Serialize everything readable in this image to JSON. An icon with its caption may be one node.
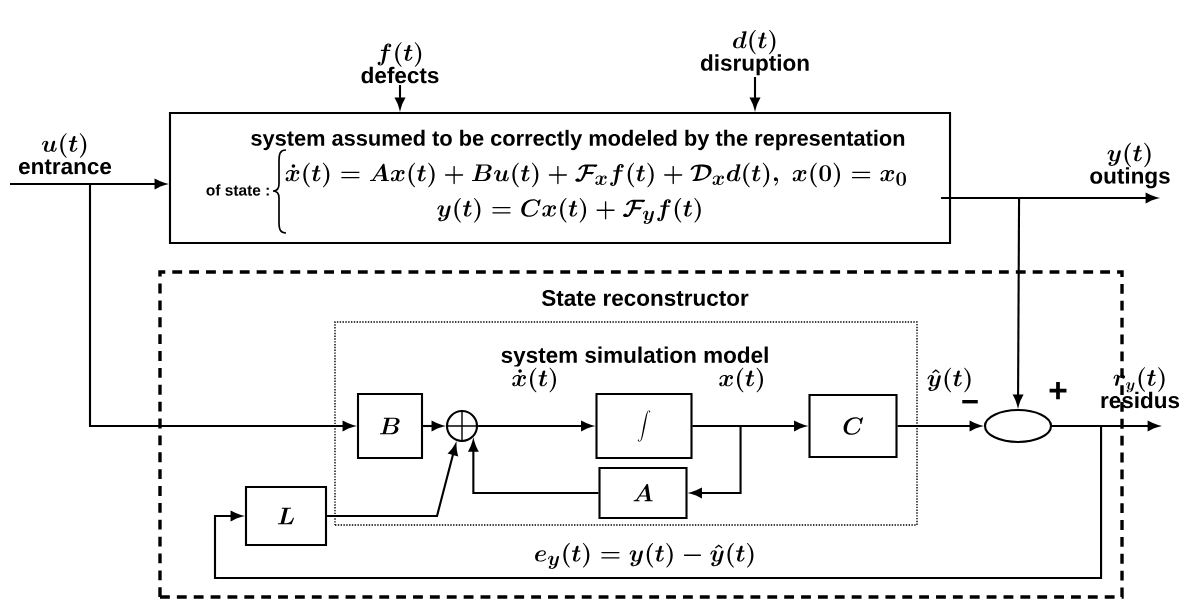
{
  "diagram": {
    "nodes": [
      {
        "text": [
          "system assumed to be correctly modeled by the representation",
          "of state :",
          "\\dot{x}(t) = Ax(t) + Bu(t) + \\mathcal{F}_x f(t) + \\mathcal{D}_x d(t),\\ x(0) = x_0",
          "y(t) = Cx(t) + \\mathcal{F}_y f(t)"
        ]
      },
      {
        "text": [
          "f(t)",
          "defects"
        ]
      },
      {
        "text": [
          "d(t)",
          "disruption"
        ]
      },
      {
        "text": [
          "u(t)",
          "entrance"
        ]
      },
      {
        "text": [
          "y(t)",
          "outings"
        ]
      },
      {
        "text": [
          "State reconstructor"
        ]
      },
      {
        "text": [
          "system simulation model"
        ],
        "in": 5
      },
      {
        "text": [
          "B"
        ],
        "in": 6
      },
      {
        "text": [],
        "shape": "circle",
        "in": 6
      },
      {
        "text": [
          "\\int"
        ],
        "in": 6
      },
      {
        "text": [
          "A"
        ],
        "in": 6
      },
      {
        "text": [
          "C"
        ],
        "in": 6
      },
      {
        "text": [
          "L"
        ],
        "in": 5
      },
      {
        "text": [],
        "shape": "ellipse",
        "in": 5
      },
      {
        "text": [
          "r_y(t)",
          "residus"
        ]
      }
    ],
    "edges": [
      {
        "from": 3,
        "to": 0,
        "arrow": "to"
      },
      {
        "from": 3,
        "to": 7,
        "arrow": "to"
      },
      {
        "from": 1,
        "to": 0,
        "arrow": "to"
      },
      {
        "from": 2,
        "to": 0,
        "arrow": "to"
      },
      {
        "from": 0,
        "to": 4,
        "arrow": "to"
      },
      {
        "from": 0,
        "to": 13,
        "arrow": "to"
      },
      {
        "from": 7,
        "to": 8,
        "arrow": "to"
      },
      {
        "from": 8,
        "to": 9,
        "arrow": "to",
        "label": "\\dot{x}(t)"
      },
      {
        "from": 9,
        "to": 11,
        "arrow": "to",
        "label": "x(t)"
      },
      {
        "from": 9,
        "to": 10,
        "arrow": "to"
      },
      {
        "from": 10,
        "to": 8,
        "arrow": "to"
      },
      {
        "from": 12,
        "to": 8,
        "arrow": "to"
      },
      {
        "from": 11,
        "to": 13,
        "arrow": "to",
        "label": "\\hat{y}(t)"
      },
      {
        "from": 13,
        "to": 14,
        "arrow": "to"
      },
      {
        "from": 13,
        "to": 12,
        "arrow": "to"
      }
    ],
    "labels": [
      "−",
      "+",
      "e_y(t) = y(t) - \\hat{y}(t)"
    ]
  }
}
